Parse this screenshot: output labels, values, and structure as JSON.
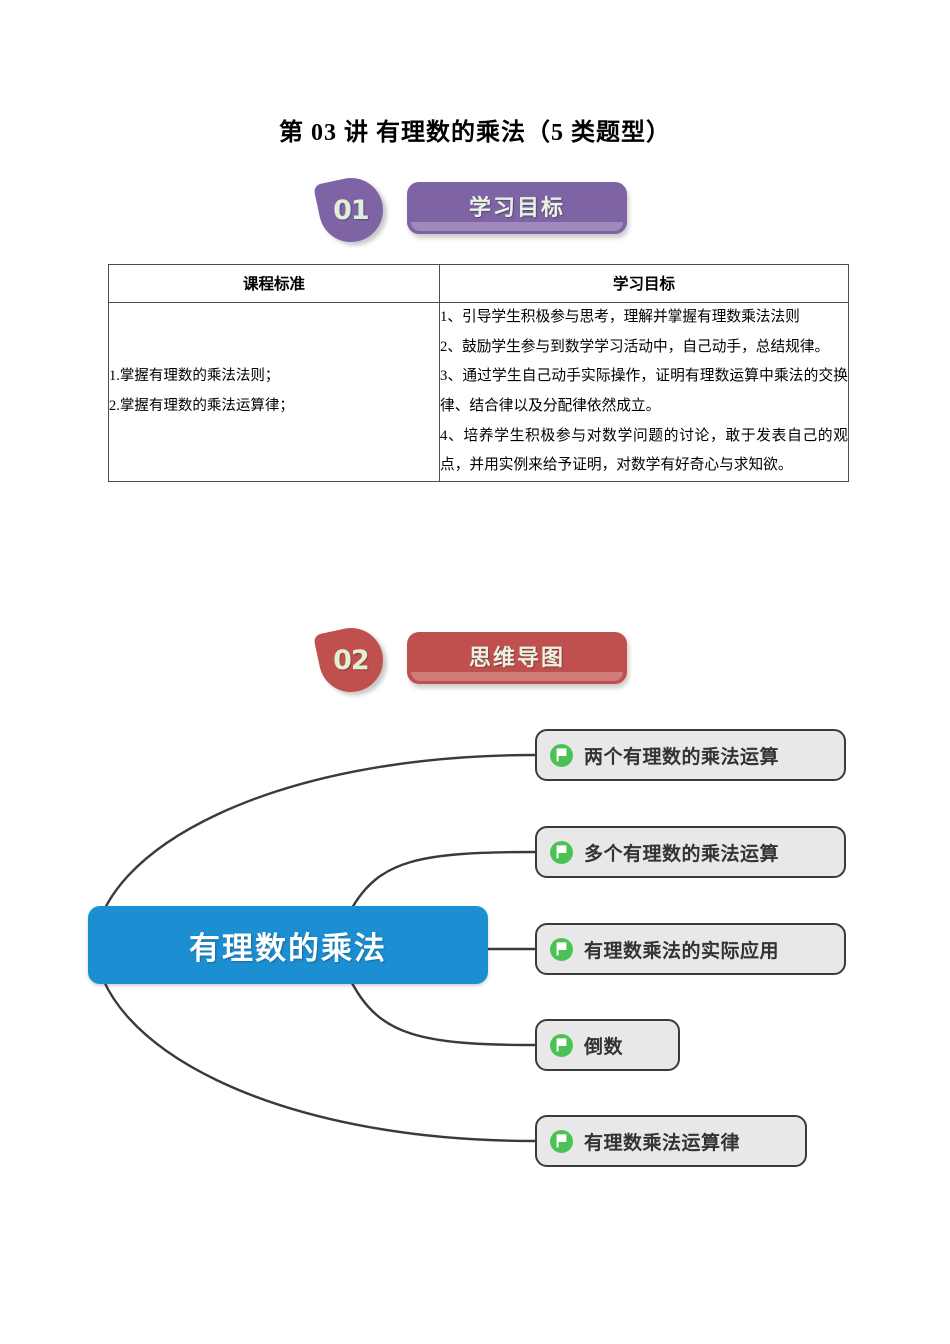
{
  "document": {
    "title": "第 03 讲 有理数的乘法（5 类题型）"
  },
  "sections": [
    {
      "number": "01",
      "label": "学习目标",
      "color": "#7e63a5"
    },
    {
      "number": "02",
      "label": "思维导图",
      "color": "#c0504d"
    }
  ],
  "table": {
    "headers": {
      "left": "课程标准",
      "right": "学习目标"
    },
    "left_items": [
      "1.掌握有理数的乘法法则；",
      "2.掌握有理数的乘法运算律；"
    ],
    "right_items": [
      "1、引导学生积极参与思考，理解并掌握有理数乘法法则",
      "2、鼓励学生参与到数学学习活动中，自己动手，总结规律。",
      "3、通过学生自己动手实际操作，证明有理数运算中乘法的交换律、结合律以及分配律依然成立。",
      "4、培养学生积极参与对数学问题的讨论，敢于发表自己的观点，并用实例来给予证明，对数学有好奇心与求知欲。"
    ]
  },
  "mindmap": {
    "root": "有理数的乘法",
    "root_color": "#1b8fd2",
    "node_icon": "flag-icon",
    "node_icon_color": "#4cc155",
    "branches": [
      {
        "label": "两个有理数的乘法运算"
      },
      {
        "label": "多个有理数的乘法运算"
      },
      {
        "label": "有理数乘法的实际应用"
      },
      {
        "label": "倒数"
      },
      {
        "label": "有理数乘法运算律"
      }
    ]
  }
}
